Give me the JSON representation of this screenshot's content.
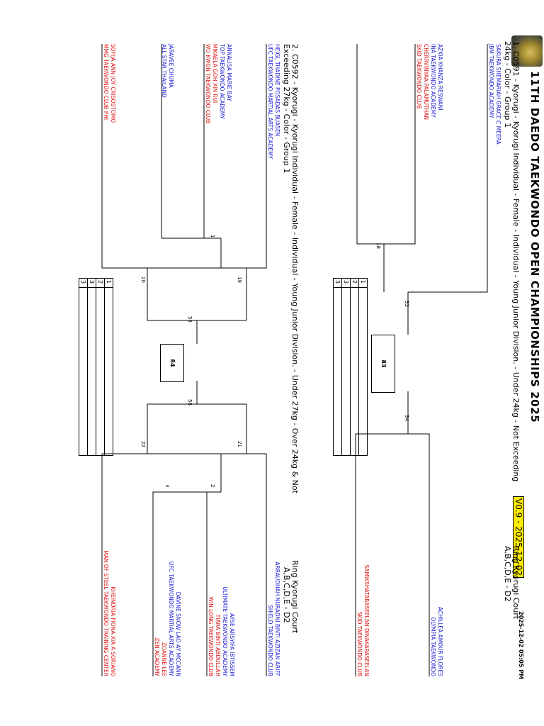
{
  "header": {
    "title": "11TH DAEDO TAEKWONDO OPEN CHAMPIONSHIPS 2025",
    "version": "V0.9 - 2025-12-02",
    "timestamp": "2025-12-02 05:05 PM"
  },
  "event1": {
    "title_line1": "1. C0591 - Kyorugi - Kyorugi Individual - Female - Individual - Young Junior Division. - Under 24kg - Not Exceeding",
    "title_line2": "24kg - Color - Group 1",
    "ring_line1": "Ring Kyorugi Court",
    "ring_line2": "A,B,C,D,E - D2",
    "final_match": "83",
    "matches": {
      "m18": "18",
      "m53": "53",
      "m54": "54"
    },
    "podium": [
      {
        "place": "1",
        "name": ""
      },
      {
        "place": "2",
        "name": ""
      },
      {
        "place": "3",
        "name": ""
      },
      {
        "place": "3",
        "name": ""
      }
    ],
    "left": [
      {
        "name": "SAKURA SHEMARIAH GRACE C MEERA",
        "club": "JBM TAEKWONDO ACADEMY"
      },
      {
        "name": "AZKIA KHANZA RESWANI",
        "club": "INA TAEKWONDO ACADEMY"
      },
      {
        "name": "CHERRVINYAA PALAMUTHAN",
        "club": "SKID TAEKWONDO CLUB"
      }
    ],
    "right": [
      {
        "name": "ACHILLEA AMOUR FLORES",
        "club": "OLYMPIA TAEKWONDO"
      },
      {
        "name": "SAMIKSHATARASEELAN DINAKARASEELAN",
        "club": "SKID TAEKWONDO CLUB"
      }
    ]
  },
  "event2": {
    "title_line1": "2. C0592 - Kyorugi - Kyorugi Individual - Female - Individual - Young Junior Division. - Under 27kg - Over 24kg & Not",
    "title_line2": "Exceeding 27kg - Color - Group 1",
    "ring_line1": "Ring Kyorugi Court",
    "ring_line2": "A,B,C,D,E - D2",
    "final_match": "84",
    "matches": {
      "m1": "1",
      "m2": "2",
      "m3": "3",
      "m19": "19",
      "m20": "20",
      "m21": "21",
      "m22": "22",
      "m55": "55",
      "m56": "56"
    },
    "podium": [
      {
        "place": "1",
        "name": ""
      },
      {
        "place": "2",
        "name": ""
      },
      {
        "place": "3",
        "name": ""
      },
      {
        "place": "3",
        "name": ""
      }
    ],
    "left": [
      {
        "name": "HEIGL THADINE POSADAS BUASEN",
        "club": "UFC TAEKWONDO MARTIAL ARTS ACADEMY"
      },
      {
        "name": "ANNALISA MARIE BAY",
        "club": "TOP TAEKWONDO ACADEMY"
      },
      {
        "name": "MIKAELA GOH XIN RUI",
        "club": "WU KWON TAEKWONDO CLUB"
      },
      {
        "name": "JARAVEE CHUMA",
        "club": "ALL STAR THAILAND"
      },
      {
        "name": "SOFIJA ANN JOY CRISOSTOMO",
        "club": "MMG TAEKWONDO CLUB PHI"
      }
    ],
    "right": [
      {
        "name": "ARRAUDHAH NURADNI BINTI AZIZAN ARIFF",
        "club": "SHIELD TAEKWONDO CLUB"
      },
      {
        "name": "AYSE ARSYIFA IBTISSEM",
        "club": "ULTIMATE TAEKWONDO ACADEMY"
      },
      {
        "name": "TIARA BINTI ABDULLAH",
        "club": "WIN LONG TAEKWONDO CLUB"
      },
      {
        "name": "DAVINE SNOW LAO-AY MCCANN",
        "club": "UFC TAEKWONDO MARTIAL ARTS ACADEMY"
      },
      {
        "name": "ZOANNE LEE",
        "club": "ZEN ACADEMY"
      },
      {
        "name": "KHEINDRIA FIONA XIA A SORIANO",
        "club": "MAN OF STEEL TAEKWONDO TRAINING CENTER"
      }
    ]
  }
}
